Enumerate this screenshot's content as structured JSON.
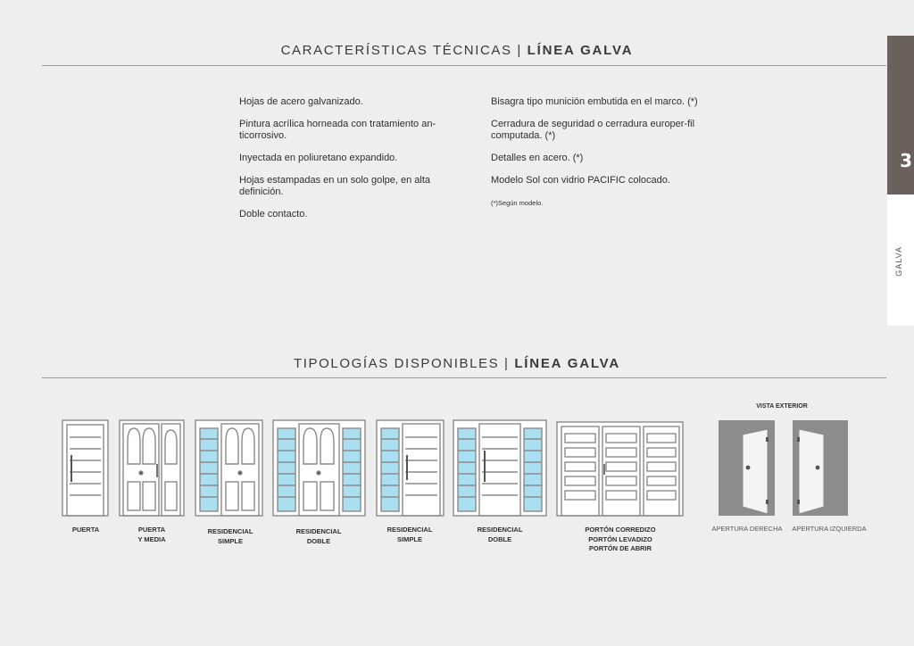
{
  "header": {
    "title_light": "CARACTERÍSTICAS TÉCNICAS |",
    "title_bold": "LÍNEA GALVA"
  },
  "features_left": [
    "Hojas de acero galvanizado.",
    "Pintura acrílica horneada con tratamiento an-ticorrosivo.",
    "Inyectada en poliuretano expandido.",
    "Hojas estampadas en un solo golpe, en alta definición.",
    "Doble contacto."
  ],
  "features_right": [
    "Bisagra tipo munición embutida en el marco. (*)",
    "Cerradura de seguridad o cerradura europer-fil computada. (*)",
    "Detalles en acero. (*)",
    "Modelo Sol con vidrio PACIFIC colocado."
  ],
  "note": "(*)Según modelo.",
  "tipologias": {
    "title_light": "TIPOLOGÍAS DISPONIBLES |",
    "title_bold": "LÍNEA GALVA",
    "captions": [
      [
        "PUERTA"
      ],
      [
        "PUERTA",
        "Y MEDIA"
      ],
      [
        "RESIDENCIAL",
        "SIMPLE"
      ],
      [
        "RESIDENCIAL",
        "DOBLE"
      ],
      [
        "RESIDENCIAL",
        "SIMPLE"
      ],
      [
        "RESIDENCIAL",
        "DOBLE"
      ],
      [
        "PORTÓN CORREDIZO",
        "PORTÓN LEVADIZO",
        "PORTÓN DE ABRIR"
      ]
    ],
    "vista_label": "VISTA EXTERIOR",
    "apertura_derecha": "APERTURA DERECHA",
    "apertura_izquierda": "APERTURA IZQUIERDA"
  },
  "sidebar": {
    "number": "3",
    "label": "GALVA"
  },
  "colors": {
    "background": "#efeeef",
    "sidebar_dark": "#6a615e",
    "glass": "#a9dff0",
    "opening_gray": "#8c8c8c"
  }
}
